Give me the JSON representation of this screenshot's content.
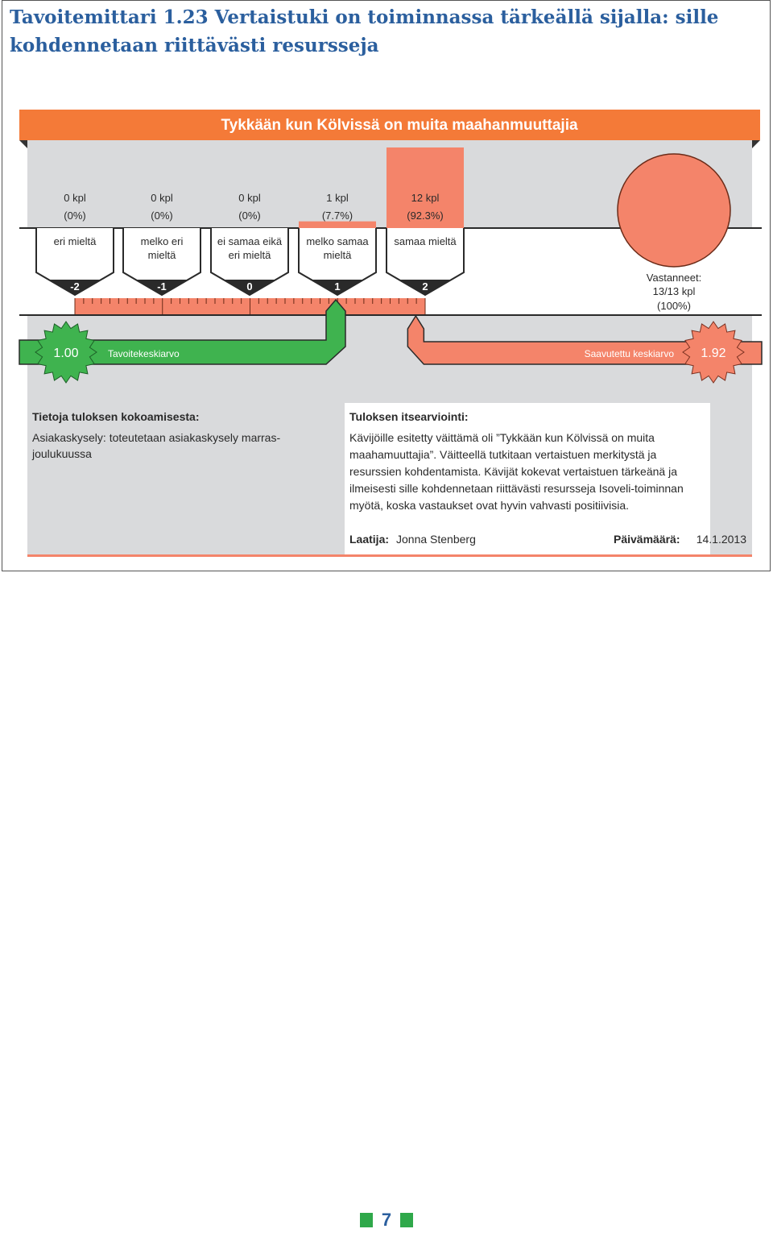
{
  "page": {
    "heading": "Tavoitemittari 1.23 Vertaistuki on toiminnassa tärkeällä sijalla: sille kohdennetaan riittävästi resursseja",
    "page_number": "7"
  },
  "colors": {
    "orange_header": "#f47a38",
    "salmon": "#f4846a",
    "green": "#3fb34f",
    "grey_bg": "#d9dadc",
    "dark": "#2a2a2a"
  },
  "chart_data": {
    "type": "bar",
    "title": "Tykkään kun Kölvissä on muita maahanmuuttajia",
    "categories": [
      "eri mieltä",
      "melko eri mieltä",
      "ei samaa eikä eri mieltä",
      "melko samaa mieltä",
      "samaa mieltä"
    ],
    "category_lines": [
      [
        "eri mieltä"
      ],
      [
        "melko eri",
        "mieltä"
      ],
      [
        "ei samaa eikä",
        "eri mieltä"
      ],
      [
        "melko samaa",
        "mieltä"
      ],
      [
        "samaa mieltä"
      ]
    ],
    "scores": [
      "-2",
      "-1",
      "0",
      "1",
      "2"
    ],
    "score_values": [
      -2,
      -1,
      0,
      1,
      2
    ],
    "counts_label": [
      "0 kpl",
      "0 kpl",
      "0 kpl",
      "1 kpl",
      "12 kpl"
    ],
    "percents_label": [
      "(0%)",
      "(0%)",
      "(0%)",
      "(7.7%)",
      "(92.3%)"
    ],
    "values": [
      0,
      0,
      0,
      1,
      12
    ],
    "percents": [
      0,
      0,
      0,
      7.7,
      92.3
    ],
    "respondents": {
      "label": "Vastanneet:",
      "count": "13/13 kpl",
      "percent": "(100%)",
      "fraction": 1.0
    },
    "target": {
      "label": "Tavoitekeskiarvo",
      "value_text": "1.00",
      "value": 1.0
    },
    "achieved": {
      "label": "Saavutettu keskiarvo",
      "value_text": "1.92",
      "value": 1.92
    }
  },
  "info": {
    "collection_title": "Tietoja tuloksen kokoamisesta:",
    "collection_lines": [
      "Asiakaskysely: toteutetaan asiakaskysely marras-",
      "joulukuussa"
    ],
    "assessment_title": "Tuloksen itsearviointi:",
    "assessment_lines": [
      "Kävijöille esitetty väittämä oli ”Tykkään kun Kölvissä  on muita",
      "maahamuuttajia”. Väitteellä tutkitaan vertaistuen merkitystä ja",
      "resurssien kohdentamista. Kävijät kokevat vertaistuen tärkeänä ja",
      "ilmeisesti sille kohdennetaan riittävästi resursseja Isoveli-toiminnan",
      "myötä, koska vastaukset ovat hyvin vahvasti positiivisia."
    ],
    "author_label": "Laatija:",
    "author": "Jonna Stenberg",
    "date_label": "Päivämäärä:",
    "date": "14.1.2013"
  }
}
